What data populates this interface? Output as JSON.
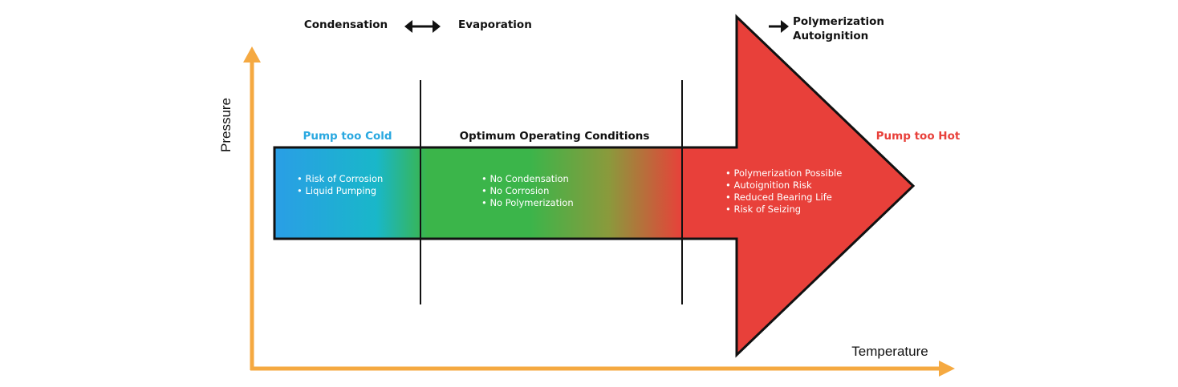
{
  "axes": {
    "y_label": "Pressure",
    "x_label": "Temperature",
    "color": "#f5a941"
  },
  "top_labels": {
    "condensation": "Condensation",
    "evaporation": "Evaporation",
    "polymerization": "Polymerization",
    "autoignition": "Autoignition"
  },
  "zones": {
    "cold": {
      "title": "Pump too Cold",
      "color": "#29a8e0",
      "items": [
        "Risk of Corrosion",
        "Liquid Pumping"
      ]
    },
    "optimum": {
      "title": "Optimum Operating Conditions",
      "color": "#111111",
      "items": [
        "No Condensation",
        "No Corrosion",
        "No Polymerization"
      ]
    },
    "hot": {
      "title": "Pump too Hot",
      "color": "#e8403a",
      "items": [
        "Polymerization Possible",
        "Autoignition Risk",
        "Reduced Bearing Life",
        "Risk of Seizing"
      ]
    }
  },
  "colors": {
    "blue": "#2a9ee6",
    "cyan": "#19b7c9",
    "green": "#3bb54a",
    "olive": "#8a9a3c",
    "red": "#e8403a"
  }
}
